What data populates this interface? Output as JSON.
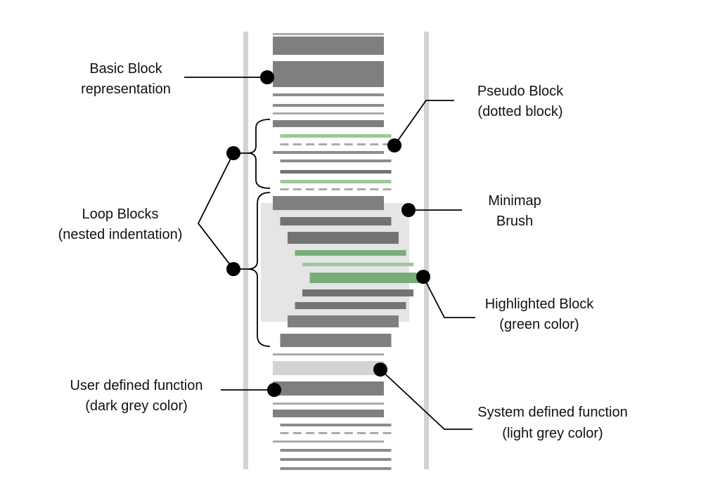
{
  "colors": {
    "dark_block": "#7f7f7f",
    "darker_block": "#737373",
    "light_block": "#d3d3d3",
    "thin_line": "#8c8c8c",
    "light_line": "#aaaaaa",
    "green": "#79ad78",
    "green_light": "#9cc89a",
    "brush": "#e5e5e5",
    "rail": "#d3d3d3",
    "annotation": "#000000"
  },
  "annotations": {
    "basic_block": [
      "Basic Block",
      "representation"
    ],
    "pseudo_block": [
      "Pseudo Block",
      "(dotted block)"
    ],
    "loop_blocks": [
      "Loop Blocks",
      "(nested indentation)"
    ],
    "minimap_brush": [
      "Minimap",
      "Brush"
    ],
    "highlighted_block": [
      "Highlighted Block",
      "(green color)"
    ],
    "user_function": [
      "User defined function",
      "(dark grey color)"
    ],
    "system_function": [
      "System defined function",
      "(light grey color)"
    ]
  },
  "minimap": {
    "rows": [
      {
        "kind": "thin-light",
        "indent": 0
      },
      {
        "kind": "dark-tall",
        "indent": 0
      },
      {
        "kind": "dark-taller",
        "indent": 0
      },
      {
        "kind": "thin",
        "indent": 0
      },
      {
        "kind": "thin",
        "indent": 0
      },
      {
        "kind": "thin-light",
        "indent": 0
      },
      {
        "kind": "dark-bar",
        "indent": 0
      },
      {
        "kind": "green-thin",
        "indent": 1
      },
      {
        "kind": "dashed",
        "indent": 1
      },
      {
        "kind": "thin",
        "indent": 0
      },
      {
        "kind": "thin",
        "indent": 1
      },
      {
        "kind": "thin-dark",
        "indent": 1
      },
      {
        "kind": "green-thin",
        "indent": 1
      },
      {
        "kind": "dashed",
        "indent": 1
      },
      {
        "kind": "dark-bar",
        "indent": 0
      },
      {
        "kind": "dark-mid",
        "indent": 1
      },
      {
        "kind": "dark-mid",
        "indent": 2
      },
      {
        "kind": "green-mid",
        "indent": 3
      },
      {
        "kind": "green-thin",
        "indent": 4
      },
      {
        "kind": "green-big",
        "indent": 5
      },
      {
        "kind": "dark-mid",
        "indent": 4
      },
      {
        "kind": "dark-mid",
        "indent": 3
      },
      {
        "kind": "dark-bar",
        "indent": 2
      },
      {
        "kind": "dark-bar",
        "indent": 1
      },
      {
        "kind": "thin-light",
        "indent": 0
      },
      {
        "kind": "system",
        "indent": 0
      },
      {
        "kind": "user",
        "indent": 0
      },
      {
        "kind": "thin-light",
        "indent": 0
      },
      {
        "kind": "dark-bar",
        "indent": 0
      },
      {
        "kind": "thin",
        "indent": 1
      },
      {
        "kind": "dashed",
        "indent": 1
      },
      {
        "kind": "thin-light",
        "indent": 0
      },
      {
        "kind": "thin",
        "indent": 1
      },
      {
        "kind": "thin",
        "indent": 1
      },
      {
        "kind": "thin",
        "indent": 1
      }
    ]
  }
}
